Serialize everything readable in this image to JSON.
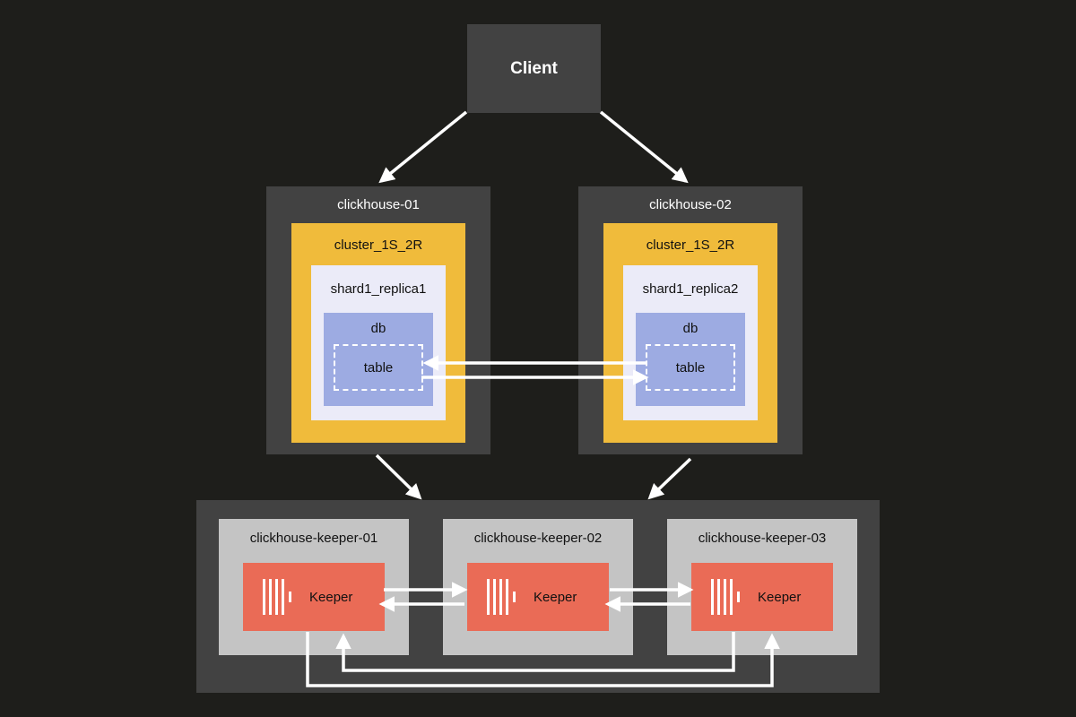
{
  "client": {
    "label": "Client"
  },
  "nodes": [
    {
      "name": "clickhouse-01",
      "cluster": "cluster_1S_2R",
      "replica": "shard1_replica1",
      "db": "db",
      "table": "table"
    },
    {
      "name": "clickhouse-02",
      "cluster": "cluster_1S_2R",
      "replica": "shard1_replica2",
      "db": "db",
      "table": "table"
    }
  ],
  "keepers": [
    {
      "name": "clickhouse-keeper-01",
      "label": "Keeper"
    },
    {
      "name": "clickhouse-keeper-02",
      "label": "Keeper"
    },
    {
      "name": "clickhouse-keeper-03",
      "label": "Keeper"
    }
  ],
  "colors": {
    "background": "#1e1e1b",
    "node": "#424242",
    "cluster": "#f0bb3b",
    "replica": "#ebebf8",
    "db": "#9dabe2",
    "keeper_box": "#c4c4c4",
    "keeper": "#ea6b56",
    "arrow": "#ffffff"
  },
  "icons": {
    "keeper_logo": "clickhouse-logo-icon"
  }
}
